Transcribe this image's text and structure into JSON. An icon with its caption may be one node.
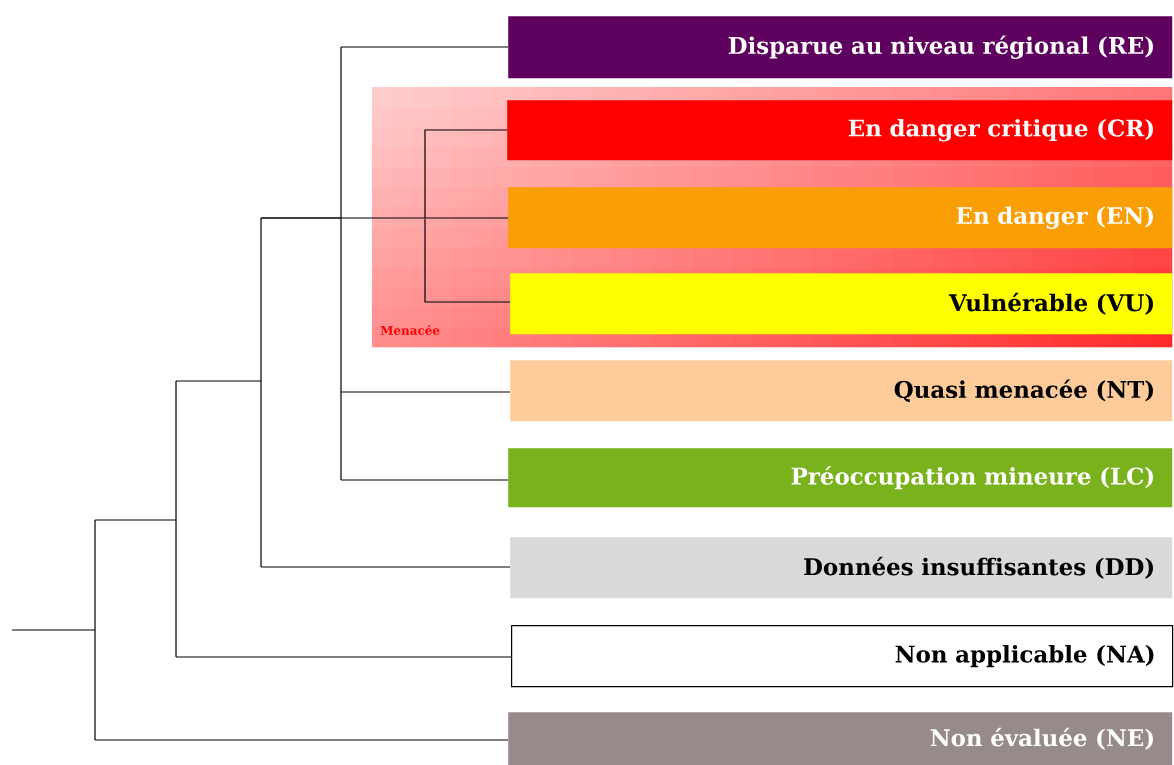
{
  "diagram": {
    "nodes": [
      {
        "text": [
          "Disparue au niveau régional (RE)"
        ]
      },
      {
        "text": [
          "Menacée"
        ]
      },
      {
        "text": [
          "En danger critique (CR)"
        ],
        "in": 1
      },
      {
        "text": [
          "En danger (EN)"
        ],
        "in": 1
      },
      {
        "text": [
          "Vulnérable (VU)"
        ],
        "in": 1
      },
      {
        "text": [
          "Quasi menacée (NT)"
        ]
      },
      {
        "text": [
          "Préoccupation mineure (LC)"
        ]
      },
      {
        "text": [
          "Données insuffisantes (DD)"
        ]
      },
      {
        "text": [
          "Non applicable (NA)"
        ]
      },
      {
        "text": [
          "Non évaluée (NE)"
        ]
      }
    ],
    "edges": [
      {
        "from": null,
        "to": 0,
        "arrow": "none"
      },
      {
        "from": null,
        "to": 2,
        "arrow": "none"
      },
      {
        "from": null,
        "to": 3,
        "arrow": "none"
      },
      {
        "from": null,
        "to": 4,
        "arrow": "none"
      },
      {
        "from": null,
        "to": 5,
        "arrow": "none"
      },
      {
        "from": null,
        "to": 6,
        "arrow": "none"
      },
      {
        "from": null,
        "to": 7,
        "arrow": "none"
      },
      {
        "from": null,
        "to": 8,
        "arrow": "none"
      },
      {
        "from": null,
        "to": 9,
        "arrow": "none"
      }
    ]
  }
}
